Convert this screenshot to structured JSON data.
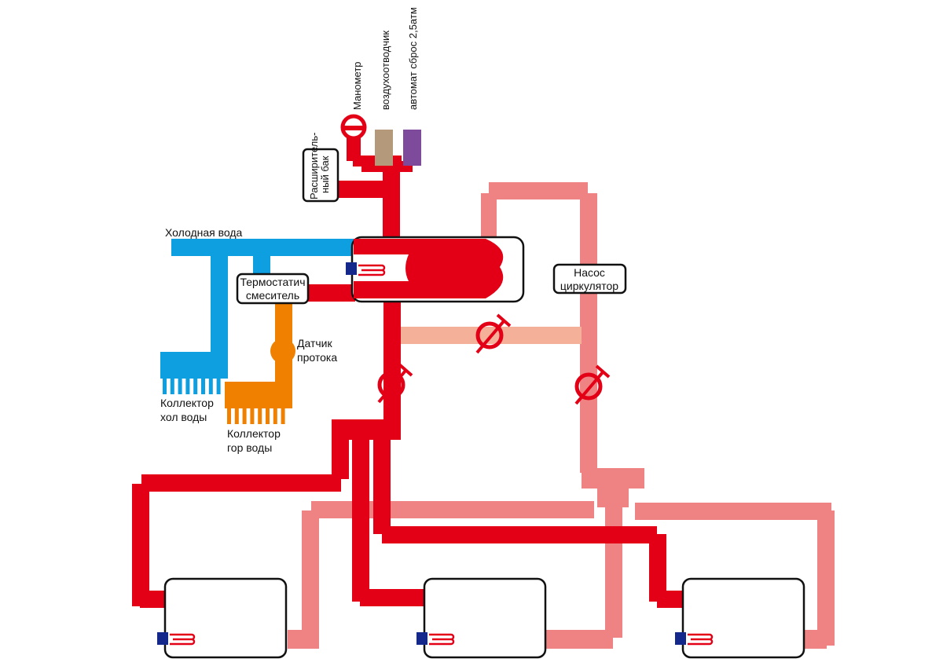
{
  "colors": {
    "hot": "#e30016",
    "return": "#ef8383",
    "bypass": "#f5b09a",
    "cold": "#0d9fe0",
    "mixed": "#f08000",
    "air_vent": "#b49a7a",
    "relief_valve": "#7e4a9b",
    "sensor_block": "#13288a",
    "outline": "#111111"
  },
  "labels": {
    "manometer": "Манометр",
    "air_vent": "воздухоотводчик",
    "relief_valve": "автомат сброс 2,5атм",
    "expansion_tank_line1": "Расширитель-",
    "expansion_tank_line2": "ный бак",
    "cold_water": "Холодная вода",
    "thermostatic_mixer_line1": "Термостатич",
    "thermostatic_mixer_line2": "смеситель",
    "flow_sensor_line1": "Датчик",
    "flow_sensor_line2": "протока",
    "cold_collector_line1": "Коллектор",
    "cold_collector_line2": "хол воды",
    "hot_collector_line1": "Коллектор",
    "hot_collector_line2": "гор воды",
    "pump_line1": "Насос",
    "pump_line2": "циркулятор"
  },
  "components": {
    "boiler": "main-boiler",
    "radiators": [
      "radiator-1",
      "radiator-2",
      "radiator-3"
    ],
    "valves": [
      "valve-supply",
      "valve-bypass",
      "valve-return"
    ]
  }
}
